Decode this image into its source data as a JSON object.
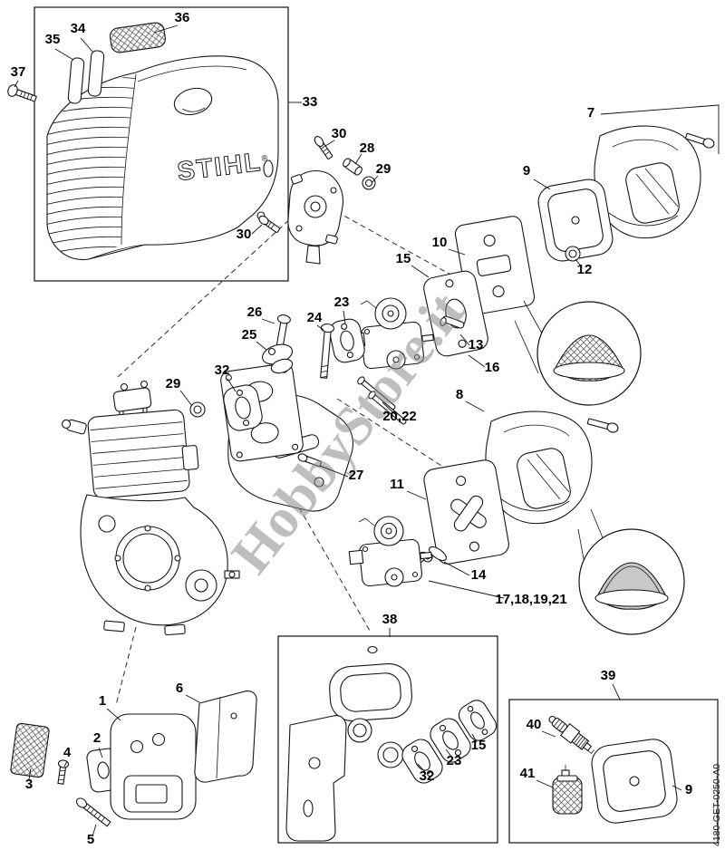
{
  "diagram": {
    "brand": "STIHL",
    "brand_mark": "®",
    "watermark": "HobbyStore.it",
    "doc_code": "4180-GET-0250-A0",
    "callouts": [
      {
        "label": "36"
      },
      {
        "label": "34"
      },
      {
        "label": "35"
      },
      {
        "label": "37"
      },
      {
        "label": "33"
      },
      {
        "label": "30"
      },
      {
        "label": "28"
      },
      {
        "label": "29"
      },
      {
        "label": "30"
      },
      {
        "label": "7"
      },
      {
        "label": "9"
      },
      {
        "label": "10"
      },
      {
        "label": "15"
      },
      {
        "label": "12"
      },
      {
        "label": "23"
      },
      {
        "label": "26"
      },
      {
        "label": "24"
      },
      {
        "label": "25"
      },
      {
        "label": "13"
      },
      {
        "label": "16"
      },
      {
        "label": "29"
      },
      {
        "label": "32"
      },
      {
        "label": "8"
      },
      {
        "label": "20,22"
      },
      {
        "label": "27"
      },
      {
        "label": "11"
      },
      {
        "label": "14"
      },
      {
        "label": "17,18,19,21"
      },
      {
        "label": "38"
      },
      {
        "label": "6"
      },
      {
        "label": "1"
      },
      {
        "label": "39"
      },
      {
        "label": "2"
      },
      {
        "label": "4"
      },
      {
        "label": "3"
      },
      {
        "label": "40"
      },
      {
        "label": "32"
      },
      {
        "label": "23"
      },
      {
        "label": "15"
      },
      {
        "label": "41"
      },
      {
        "label": "9"
      },
      {
        "label": "5"
      }
    ]
  }
}
